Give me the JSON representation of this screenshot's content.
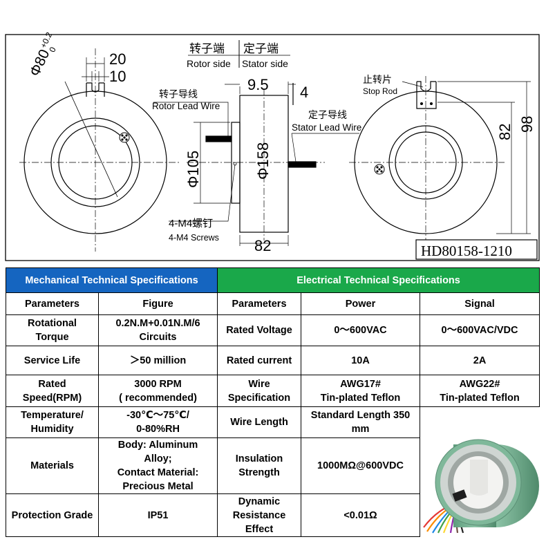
{
  "drawing": {
    "rotor_side_cn": "转子端",
    "rotor_side_en": "Rotor side",
    "stator_side_cn": "定子端",
    "stator_side_en": "Stator side",
    "rotor_lead_cn": "转子导线",
    "rotor_lead_en": "Rotor Lead Wire",
    "stator_lead_cn": "定子导线",
    "stator_lead_en": "Stator Lead Wire",
    "stop_rod_cn": "止转片",
    "stop_rod_en": "Stop Rod",
    "screws_cn": "4-M4螺钉",
    "screws_en": "4-M4 Screws",
    "dim_20": "20",
    "dim_10": "10",
    "dim_phi80": "Φ80",
    "dim_tol_plus": "+0.2",
    "dim_tol_zero": "0",
    "dim_9_5": "9.5",
    "dim_4": "4",
    "dim_105": "Φ105",
    "dim_158": "Φ158",
    "dim_82_bottom": "82",
    "dim_82_right": "82",
    "dim_98": "98",
    "model": "HD80158-1210"
  },
  "table": {
    "mech_header": "Mechanical Technical Specifications",
    "elec_header": "Electrical Technical Specifications",
    "col_headers": {
      "param1": "Parameters",
      "figure": "Figure",
      "param2": "Parameters",
      "power": "Power",
      "signal": "Signal"
    },
    "rows": [
      {
        "mp": "Rotational\nTorque",
        "mv": "0.2N.M+0.01N.M/6\nCircuits",
        "ep": "Rated Voltage",
        "power": "0～600VAC",
        "signal": "0～600VAC/VDC"
      },
      {
        "mp": "Service Life",
        "mv": "＞50 million",
        "ep": "Rated current",
        "power": "10A",
        "signal": "2A"
      },
      {
        "mp": "Rated\nSpeed(RPM)",
        "mv": "3000 RPM\n( recommended)",
        "ep": "Wire\nSpecification",
        "power": "AWG17#\nTin-plated Teflon",
        "signal": "AWG22#\nTin-plated Teflon"
      },
      {
        "mp": "Temperature/\nHumidity",
        "mv": "-30℃～75℃/\n0-80%RH",
        "ep": "Wire Length",
        "power": "Standard Length 350\nmm"
      },
      {
        "mp": "Materials",
        "mv": "Body: Aluminum\nAlloy;\nContact Material:\nPrecious Metal",
        "ep": "Insulation\nStrength",
        "power": "1000MΩ@600VDC"
      },
      {
        "mp": "Protection Grade",
        "mv": "IP51",
        "ep": "Dynamic\nResistance\nEffect",
        "power": "<0.01Ω"
      }
    ]
  },
  "colors": {
    "mech_header_bg": "#1565c0",
    "elec_header_bg": "#1aa84a",
    "product_body": "#7fb89a"
  }
}
